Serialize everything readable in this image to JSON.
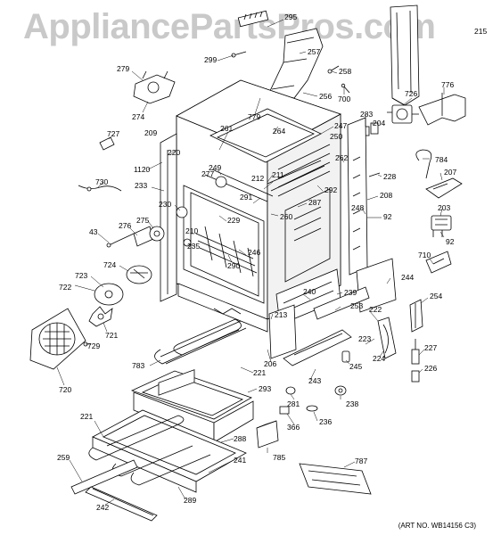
{
  "watermark": "AppliancePartsPros.com",
  "art_number": "(ART NO. WB14156 C3)",
  "parts": [
    {
      "id": "p295",
      "label": "295"
    },
    {
      "id": "p257",
      "label": "257"
    },
    {
      "id": "p299",
      "label": "299"
    },
    {
      "id": "p258",
      "label": "258"
    },
    {
      "id": "p700",
      "label": "700"
    },
    {
      "id": "p256",
      "label": "256"
    },
    {
      "id": "p279",
      "label": "279"
    },
    {
      "id": "p274",
      "label": "274"
    },
    {
      "id": "p779",
      "label": "779"
    },
    {
      "id": "p264",
      "label": "264"
    },
    {
      "id": "p283",
      "label": "283"
    },
    {
      "id": "p204",
      "label": "204"
    },
    {
      "id": "p726",
      "label": "726"
    },
    {
      "id": "p776",
      "label": "776"
    },
    {
      "id": "p247",
      "label": "247"
    },
    {
      "id": "p250",
      "label": "250"
    },
    {
      "id": "p727",
      "label": "727"
    },
    {
      "id": "p209",
      "label": "209"
    },
    {
      "id": "p220",
      "label": "220"
    },
    {
      "id": "p261",
      "label": "261"
    },
    {
      "id": "p262",
      "label": "262"
    },
    {
      "id": "p784",
      "label": "784"
    },
    {
      "id": "p1120",
      "label": "1120"
    },
    {
      "id": "p249",
      "label": "249"
    },
    {
      "id": "p277",
      "label": "277"
    },
    {
      "id": "p211",
      "label": "211"
    },
    {
      "id": "p212",
      "label": "212"
    },
    {
      "id": "p228",
      "label": "228"
    },
    {
      "id": "p207",
      "label": "207"
    },
    {
      "id": "p730",
      "label": "730"
    },
    {
      "id": "p233",
      "label": "233"
    },
    {
      "id": "p292",
      "label": "292"
    },
    {
      "id": "p208",
      "label": "208"
    },
    {
      "id": "p291",
      "label": "291"
    },
    {
      "id": "p287",
      "label": "287"
    },
    {
      "id": "p230",
      "label": "230"
    },
    {
      "id": "p248",
      "label": "248"
    },
    {
      "id": "p92a",
      "label": "92"
    },
    {
      "id": "p203",
      "label": "203"
    },
    {
      "id": "p260",
      "label": "260"
    },
    {
      "id": "p276",
      "label": "276"
    },
    {
      "id": "p275",
      "label": "275"
    },
    {
      "id": "p229",
      "label": "229"
    },
    {
      "id": "p43",
      "label": "43"
    },
    {
      "id": "p210",
      "label": "210"
    },
    {
      "id": "p235",
      "label": "235"
    },
    {
      "id": "p92b",
      "label": "92"
    },
    {
      "id": "p246",
      "label": "246"
    },
    {
      "id": "p290",
      "label": "290"
    },
    {
      "id": "p710",
      "label": "710"
    },
    {
      "id": "p724",
      "label": "724"
    },
    {
      "id": "p244",
      "label": "244"
    },
    {
      "id": "p723",
      "label": "723"
    },
    {
      "id": "p722",
      "label": "722"
    },
    {
      "id": "p240",
      "label": "240"
    },
    {
      "id": "p239",
      "label": "239"
    },
    {
      "id": "p254",
      "label": "254"
    },
    {
      "id": "p253",
      "label": "253"
    },
    {
      "id": "p213",
      "label": "213"
    },
    {
      "id": "p222",
      "label": "222"
    },
    {
      "id": "p721",
      "label": "721"
    },
    {
      "id": "p223",
      "label": "223"
    },
    {
      "id": "p729",
      "label": "729"
    },
    {
      "id": "p206",
      "label": "206"
    },
    {
      "id": "p224",
      "label": "224"
    },
    {
      "id": "p227",
      "label": "227"
    },
    {
      "id": "p245",
      "label": "245"
    },
    {
      "id": "p783",
      "label": "783"
    },
    {
      "id": "p221a",
      "label": "221"
    },
    {
      "id": "p226",
      "label": "226"
    },
    {
      "id": "p243",
      "label": "243"
    },
    {
      "id": "p720",
      "label": "720"
    },
    {
      "id": "p293",
      "label": "293"
    },
    {
      "id": "p281",
      "label": "281"
    },
    {
      "id": "p238",
      "label": "238"
    },
    {
      "id": "p236",
      "label": "236"
    },
    {
      "id": "p366",
      "label": "366"
    },
    {
      "id": "p221b",
      "label": "221"
    },
    {
      "id": "p288",
      "label": "288"
    },
    {
      "id": "p785",
      "label": "785"
    },
    {
      "id": "p787",
      "label": "787"
    },
    {
      "id": "p259",
      "label": "259"
    },
    {
      "id": "p241",
      "label": "241"
    },
    {
      "id": "p289",
      "label": "289"
    },
    {
      "id": "p242",
      "label": "242"
    },
    {
      "id": "p215",
      "label": "215"
    }
  ]
}
